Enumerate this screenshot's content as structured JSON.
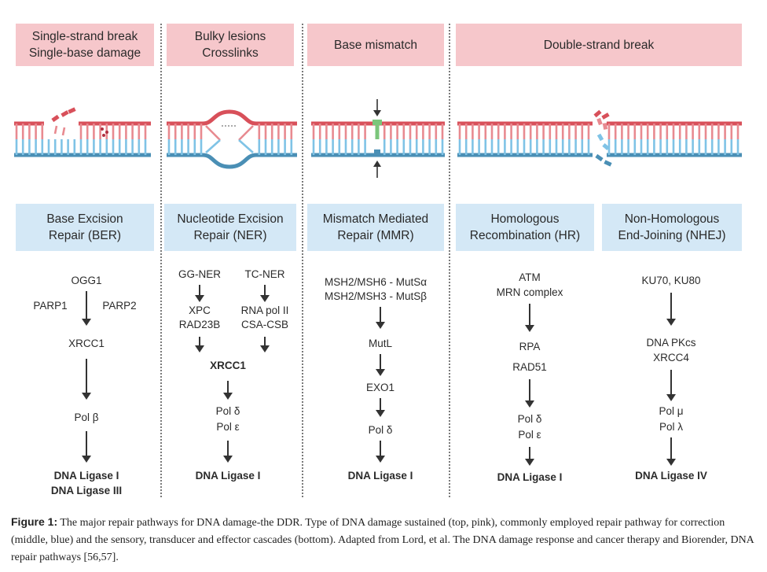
{
  "colors": {
    "damage_box": "#f6c7cb",
    "pathway_box": "#d4e8f6",
    "strand_red": "#d8505a",
    "strand_blue": "#4a8fb5",
    "rung_red": "#e88a90",
    "rung_blue": "#7fc3e6",
    "mismatch_green": "#7bc67b"
  },
  "damage_types": [
    {
      "line1": "Single-strand break",
      "line2": "Single-base damage"
    },
    {
      "line1": "Bulky lesions",
      "line2": "Crosslinks"
    },
    {
      "line1": "Base mismatch",
      "line2": ""
    },
    {
      "line1": "Double-strand break",
      "line2": ""
    }
  ],
  "pathways": [
    {
      "line1": "Base Excision",
      "line2": "Repair (BER)"
    },
    {
      "line1": "Nucleotide Excision",
      "line2": "Repair (NER)"
    },
    {
      "line1": "Mismatch Mediated",
      "line2": "Repair (MMR)"
    },
    {
      "line1": "Homologous",
      "line2": "Recombination (HR)"
    },
    {
      "line1": "Non-Homologous",
      "line2": "End-Joining (NHEJ)"
    }
  ],
  "cascades": {
    "ber": {
      "sensor": "OGG1",
      "left": "PARP1",
      "right": "PARP2",
      "mid": "XRCC1",
      "polymerase": "Pol β",
      "ligase1": "DNA Ligase I",
      "ligase2": "DNA Ligase III"
    },
    "ner": {
      "gg": "GG-NER",
      "tc": "TC-NER",
      "xpc": "XPC",
      "rad23b": "RAD23B",
      "rnapol": "RNA pol II",
      "csa": "CSA-CSB",
      "mid": "XRCC1",
      "pol1": "Pol δ",
      "pol2": "Pol ε",
      "ligase": "DNA Ligase I"
    },
    "mmr": {
      "msh1": "MSH2/MSH6 - MutSα",
      "msh2": "MSH2/MSH3 - MutSβ",
      "mutl": "MutL",
      "exo": "EXO1",
      "polymerase": "Pol δ",
      "ligase": "DNA Ligase I"
    },
    "hr": {
      "atm": "ATM",
      "mrn": "MRN complex",
      "rpa": "RPA",
      "rad51": "RAD51",
      "pol1": "Pol δ",
      "pol2": "Pol ε",
      "ligase": "DNA Ligase I"
    },
    "nhej": {
      "ku": "KU70, KU80",
      "pkcs": "DNA PKcs",
      "xrcc4": "XRCC4",
      "pol1": "Pol μ",
      "pol2": "Pol λ",
      "ligase": "DNA Ligase IV"
    }
  },
  "caption": {
    "label": "Figure 1:",
    "text": " The major repair pathways for DNA damage-the DDR. Type of DNA damage sustained (top, pink), commonly employed repair pathway for correction (middle, blue) and the sensory, transducer and effector cascades (bottom). Adapted from Lord, et al. The DNA damage response and cancer therapy and Biorender, DNA repair pathways [56,57]."
  }
}
